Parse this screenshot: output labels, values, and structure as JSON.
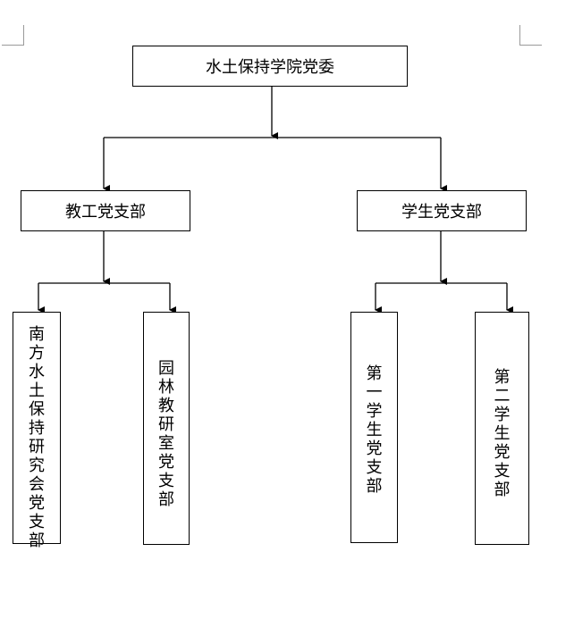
{
  "org_chart": {
    "root": {
      "label": "水土保持学院党委"
    },
    "branches": [
      {
        "label": "教工党支部",
        "children": [
          {
            "label": "南方水土保持研究会党支部"
          },
          {
            "label": "园林教研室党支部"
          }
        ]
      },
      {
        "label": "学生党支部",
        "children": [
          {
            "label": "第一学生党支部"
          },
          {
            "label": "第二学生党支部"
          }
        ]
      }
    ]
  }
}
